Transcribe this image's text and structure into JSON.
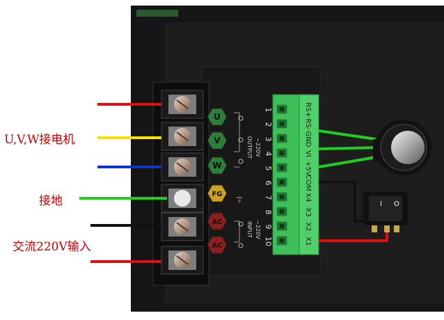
{
  "annotations": {
    "uvw_motor": "U,V,W接电机",
    "ground": "接地",
    "ac_input": "交流220V输入"
  },
  "terminal_left": {
    "badges": [
      {
        "text": "U",
        "color": "#2e7d3a"
      },
      {
        "text": "V",
        "color": "#2e7d3a"
      },
      {
        "text": "W",
        "color": "#2e7d3a"
      },
      {
        "text": "FG",
        "color": "#c9a227"
      },
      {
        "text": "AC",
        "color": "#8b1e1e"
      },
      {
        "text": "AC",
        "color": "#8b1e1e"
      }
    ],
    "output_label": "OUTPUT",
    "output_voltage": "~220V",
    "input_label": "INPUT",
    "input_voltage": "~220V",
    "numbers": [
      "1",
      "2",
      "3",
      "4",
      "5",
      "6",
      "7",
      "8",
      "9",
      "10"
    ]
  },
  "terminal_right": {
    "pins": [
      "RS+",
      "RS-",
      "GND",
      "VI",
      "+5V",
      "COM",
      "X4",
      "X3",
      "X2",
      "X1"
    ]
  },
  "colors": {
    "red_wire": "#e01010",
    "yellow_wire": "#f5e400",
    "blue_wire": "#1133cc",
    "green_wire": "#22cc22",
    "black_wire": "#111111",
    "connector_green": "#3fbf5a"
  }
}
